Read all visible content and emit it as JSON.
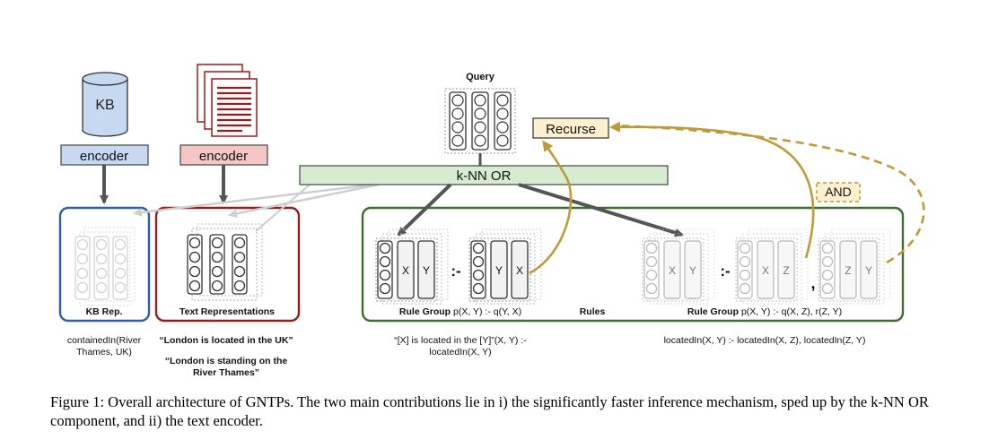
{
  "diagram": {
    "query_label": "Query",
    "recurse_label": "Recurse",
    "knn_or_label": "k-NN OR",
    "and_label": "AND",
    "kb": {
      "cylinder_label": "KB",
      "encoder_label": "encoder",
      "box_label": "KB Rep.",
      "example_line1": "containedIn(River",
      "example_line2": "Thames, UK)"
    },
    "text": {
      "encoder_label": "encoder",
      "box_label": "Text Representations",
      "example1": "“London is located in the UK”",
      "example2_line1": "“London is standing on the",
      "example2_line2": "River Thames”"
    },
    "rules": {
      "box_label": "Rules",
      "group1_label_prefix": "Rule Group ",
      "group1_label_formula": "p(X, Y) :- q(Y, X)",
      "group2_label_prefix": "Rule Group ",
      "group2_label_formula": "p(X, Y) :- q(X, Z), r(Z, Y)",
      "group1_example_line1": "“[X] is located in the [Y]”(X, Y) :-",
      "group1_example_line2": "locatedIn(X, Y)",
      "group2_example": "locatedIn(X, Y) :- locatedIn(X, Z), locatedIn(Z, Y)",
      "var_x": "X",
      "var_y": "Y",
      "var_z": "Z",
      "neck": ":-",
      "comma": ","
    },
    "colors": {
      "kb_blue": "#2f5db3",
      "text_red": "#9b1b1b",
      "rules_green": "#3a6f2d",
      "gold": "#c09a38",
      "knn_fill": "#d5ecd0",
      "kb_encoder_fill": "#c6d9f1",
      "text_encoder_fill": "#f4c6c6"
    }
  },
  "caption": "Figure 1: Overall architecture of GNTPs. The two main contributions lie in i) the significantly faster inference mechanism, sped up by the k-NN OR component, and ii) the text encoder."
}
